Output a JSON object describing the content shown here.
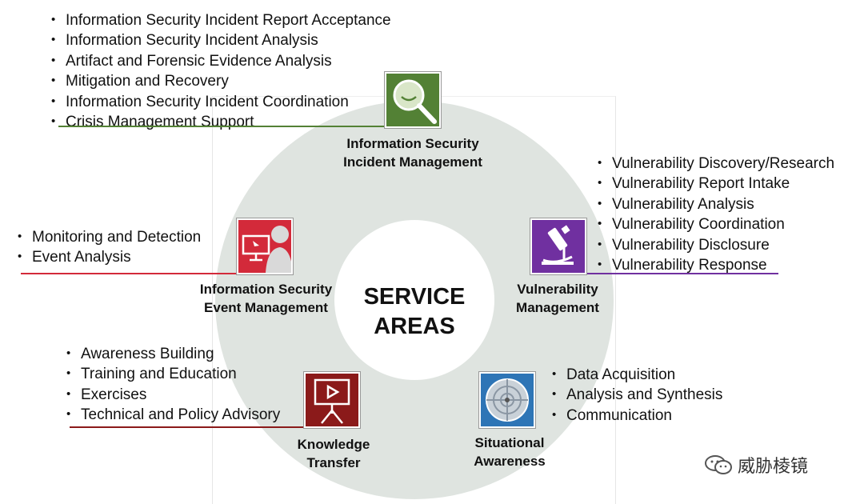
{
  "center": {
    "line1": "SERVICE",
    "line2": "AREAS"
  },
  "areas": {
    "incident": {
      "label_line1": "Information Security",
      "label_line2": "Incident Management",
      "color": "#538135",
      "items": [
        "Information Security Incident Report Acceptance",
        "Information Security Incident Analysis",
        "Artifact and Forensic Evidence Analysis",
        "Mitigation and Recovery",
        "Information Security Incident Coordination",
        "Crisis Management Support"
      ]
    },
    "vulnerability": {
      "label_line1": "Vulnerability",
      "label_line2": "Management",
      "color": "#7030a0",
      "items": [
        "Vulnerability  Discovery/Research",
        "Vulnerability  Report Intake",
        "Vulnerability  Analysis",
        "Vulnerability  Coordination",
        "Vulnerability  Disclosure",
        "Vulnerability  Response"
      ]
    },
    "event": {
      "label_line1": "Information Security",
      "label_line2": "Event Management",
      "color": "#d32a3a",
      "items": [
        "Monitoring and Detection",
        "Event Analysis"
      ]
    },
    "knowledge": {
      "label_line1": "Knowledge",
      "label_line2": "Transfer",
      "color": "#8b1a1a",
      "items": [
        "Awareness  Building",
        "Training and Education",
        "Exercises",
        "Technical and Policy Advisory"
      ]
    },
    "situational": {
      "label_line1": "Situational",
      "label_line2": "Awareness",
      "color": "#2e75b6",
      "items": [
        "Data Acquisition",
        "Analysis and Synthesis",
        "Communication"
      ]
    }
  },
  "watermark": {
    "text": "威胁棱镜"
  }
}
